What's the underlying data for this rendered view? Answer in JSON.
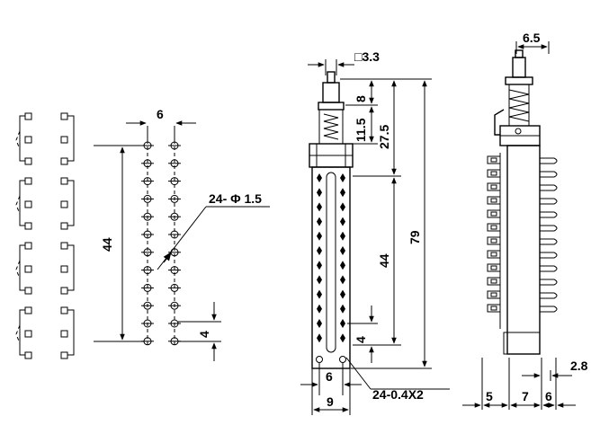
{
  "dimensions": {
    "hole_pitch_width": "6",
    "hole_span": "44",
    "hole_spec": "24- Φ 1.5",
    "hole_pitch": "4",
    "stem_square": "□3.3",
    "stem_top": "8",
    "spring_section": "11.5",
    "body_to_top": "27.5",
    "total_height": "79",
    "pin_span": "44",
    "pin_pitch": "4",
    "pin_row_spacing": "6",
    "body_width": "9",
    "pin_spec": "24-0.4X2",
    "side_top_width": "6.5",
    "side_offset": "2.8",
    "side_bottom_a": "5",
    "side_bottom_b": "7",
    "side_bottom_c": "6"
  },
  "colors": {
    "line": "#000000",
    "background": "#ffffff"
  }
}
